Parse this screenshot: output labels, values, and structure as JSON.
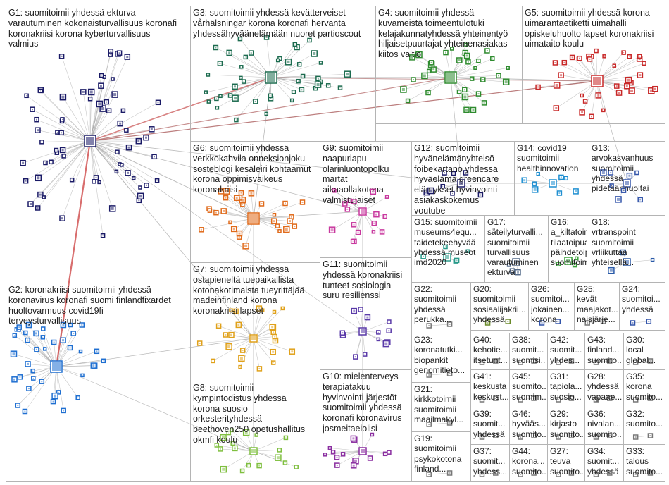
{
  "graph": {
    "groups": [
      {
        "id": "G1",
        "label": "G1: suomitoimii yhdessä ekturva\nvarautuminen kokonaisturvallisuus koronafi\nkoronakriisi korona kyberturvallisuus\nvalmius",
        "color": "#1a1a66"
      },
      {
        "id": "G2",
        "label": "G2: koronakriisi suomitoimii yhdessä\nkoronavirus koronafi suomi finlandfixardet\nhuoltovarmuus covid19fi\nterveysturvallisuus",
        "color": "#1f6fd1"
      },
      {
        "id": "G3",
        "label": "G3: suomitoimii yhdessä kevätterveiset\nvårhälsningar korona koronafi hervanta\nyhdessähyväänelämään nuoret partioscout",
        "color": "#1c6b4f"
      },
      {
        "id": "G4",
        "label": "G4: suomitoimii yhdessä\nkuvameistä toimeentulotuki\nkelajakunnatyhdessä yhteinentyö\nhiljaisetpuurtajat yhteinenasiakas\nkiitos valtio",
        "color": "#2e8b2e"
      },
      {
        "id": "G5",
        "label": "G5: suomitoimii yhdessä korona\nuimarantaetiketti uimahalli\nopiskeluhuolto lapset koronakriisi\nuimataito koulu",
        "color": "#c82828"
      },
      {
        "id": "G6",
        "label": "G6: suomitoimii yhdessä\nverkkokahvila onneksionjoku\nsosteblogi kesäleiri kohtaamut\nkorona oppimisvaikeus\nkoronakriisi",
        "color": "#e06a1a"
      },
      {
        "id": "G7",
        "label": "G7: suomitoimii yhdessä\nostapieneltä tuepaikallista\nkotonakotimaista tueyrittäjää\nmadeinfinland korona\nkoronakriisi lapset",
        "color": "#e0a11a"
      },
      {
        "id": "G8",
        "label": "G8: suomitoimii\nkympintodistus yhdessä\nkorona suosio\norkesterityhdessä\nbeethoven250 opetushallitus\nokmfi koulu",
        "color": "#7fbf3f"
      },
      {
        "id": "G9",
        "label": "G9: suomitoimii\nnaapuriapu\nolarinluontopolku\nmartat\naikaaollakotona\nvalmistujaiset",
        "color": "#c8389e"
      },
      {
        "id": "G10",
        "label": "G10: mielenterveys\nterapiatakuu\nhyvinvointi järjestöt\nsuomitoimii yhdessä\nkoronafi koronavirus\njosmeitaeiolisi",
        "color": "#8a2ea0"
      },
      {
        "id": "G11",
        "label": "G11: suomitoimii\nyhdessä koronakriisi\ntunteet sosiologia\nsuru resilienssi",
        "color": "#5a3aa8"
      },
      {
        "id": "G12",
        "label": "G12: suomitoimii\nhyvänelämänyhteisö\nfoibekartano yhdessä\nhyväelämä greencare\nelämykset hyvinvointi\nasiakaskokemus\nyoutube",
        "color": "#1a1a66"
      },
      {
        "id": "G13",
        "label": "G13:\narvokasvanhuus\nsuomitoimii\nyhdessä\npidetäänhuoltai",
        "color": "#3355aa"
      },
      {
        "id": "G14",
        "label": "G14: covid19\nsuomitoimii\nhealthinnovation",
        "color": "#1f8fd1"
      },
      {
        "id": "G15",
        "label": "G15: suomitoimii\nmuseums4equ...\ntaidetekeehyvää\nyhdessä museot\nimd2020",
        "color": "#2a9a8a"
      },
      {
        "id": "G16",
        "label": "G16:\na_kiltatoiminta\ntilaatoipua\npäihdetoipu...\nsuomitoimii",
        "color": "#3aa03a"
      },
      {
        "id": "G17",
        "label": "G17:\nsäteilyturvalli...\nsuomitoimii\nturvallisuus\nvarautuminen\nekturva",
        "color": "#556b8a"
      },
      {
        "id": "G18",
        "label": "G18:\nvrtranspoint\nsuomitoimii\nvrliikuttaa\nyhteisellä...",
        "color": "#2a5aa8"
      },
      {
        "id": "G19",
        "label": "G19:\nsuomitoimii\npsykokotona\nfinland...",
        "color": "#777777"
      },
      {
        "id": "G20",
        "label": "G20:\nsuomitoimii\nsosiaalijakrii...\nyhdessä",
        "color": "#6a8a2a"
      },
      {
        "id": "G21",
        "label": "G21:\nkirkkotoimii\nsuomitoimii\nmaailmakyl...",
        "color": "#777777"
      },
      {
        "id": "G22",
        "label": "G22:\nsuomitoimii\nyhdessä\nperukka...",
        "color": "#777777"
      },
      {
        "id": "G23",
        "label": "G23:\nkoronatutki...\nbiopankit\ngenomitieto...",
        "color": "#777777"
      },
      {
        "id": "G24",
        "label": "G24:\nsuomitoi...\nyhdessä",
        "color": "#3355aa"
      },
      {
        "id": "G25",
        "label": "G25:\nkevät\nmaajakot...\nnaisjärje...",
        "color": "#777777"
      },
      {
        "id": "G26",
        "label": "G26:\nsuomitoi...\njokainen...\nkorona",
        "color": "#3355aa"
      },
      {
        "id": "G27",
        "label": "G27:\nteuva\nsuomito...",
        "color": "#777777"
      },
      {
        "id": "G28",
        "label": "G28:\nyhdessä\nvapaae...",
        "color": "#777777"
      },
      {
        "id": "G29",
        "label": "G29:\nkirjasto\nsuomito...",
        "color": "#777777"
      },
      {
        "id": "G30",
        "label": "G30:\nlocal\nglobal...",
        "color": "#777777"
      },
      {
        "id": "G31",
        "label": "G31:\ntapiola...\nsuosio...",
        "color": "#777777"
      },
      {
        "id": "G32",
        "label": "G32:\nsuomito...",
        "color": "#777777"
      },
      {
        "id": "G33",
        "label": "G33:\ntalous\nsuomito...",
        "color": "#777777"
      },
      {
        "id": "G34",
        "label": "G34:\nsuomit...\nyhdessä",
        "color": "#777777"
      },
      {
        "id": "G35",
        "label": "G35:\nkorona\nsuomito...",
        "color": "#777777"
      },
      {
        "id": "G36",
        "label": "G36:\nnivalan...\nsuomito...",
        "color": "#777777"
      },
      {
        "id": "G37",
        "label": "G37:\nsuomit...\nyhdess...",
        "color": "#777777"
      },
      {
        "id": "G38",
        "label": "G38:\nsuomit...\nsuomisi...",
        "color": "#777777"
      },
      {
        "id": "G39",
        "label": "G39:\nsuomit...\nyhdessä",
        "color": "#777777"
      },
      {
        "id": "G40",
        "label": "G40:\nkehotie...\nitsetunt...",
        "color": "#777777"
      },
      {
        "id": "G41",
        "label": "G41:\nkeskusta\nkeskust...",
        "color": "#777777"
      },
      {
        "id": "G42",
        "label": "G42:\nsuomit...\nyhdes...",
        "color": "#777777"
      },
      {
        "id": "G43",
        "label": "G43:\nfinland...\nsuomito...",
        "color": "#777777"
      },
      {
        "id": "G44",
        "label": "G44:\nkorona...\nsuomito...",
        "color": "#777777"
      },
      {
        "id": "G45",
        "label": "G45:\nsuomito...\nsuomim...",
        "color": "#777777"
      },
      {
        "id": "G46",
        "label": "G46:\nhyvääs...\nsuomito...",
        "color": "#777777"
      }
    ]
  }
}
